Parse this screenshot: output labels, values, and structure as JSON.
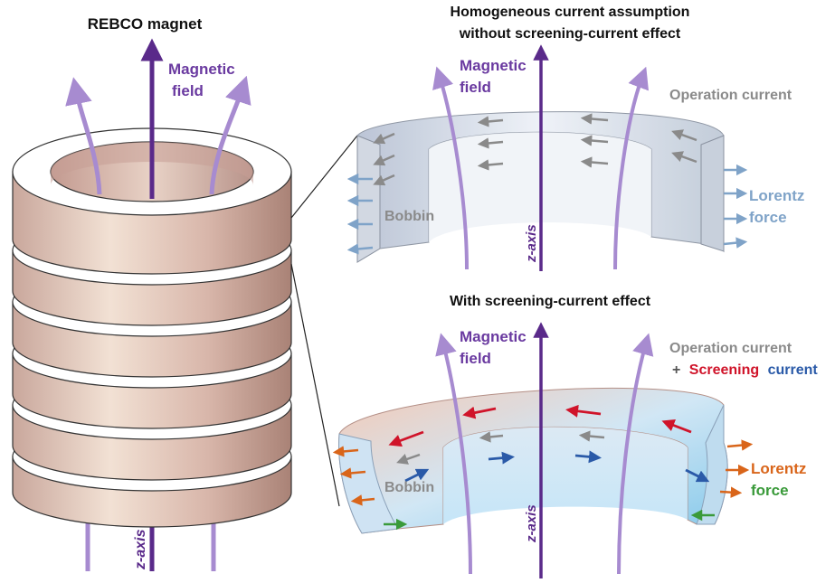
{
  "left_panel": {
    "title": "REBCO magnet",
    "field_label_line1": "Magnetic",
    "field_label_line2": "field",
    "axis_label": "z-axis"
  },
  "top_panel": {
    "title_line1": "Homogeneous current assumption",
    "title_line2": "without screening-current effect",
    "field_label_line1": "Magnetic",
    "field_label_line2": "field",
    "axis_label": "z-axis",
    "operation_current": "Operation current",
    "lorentz_line1": "Lorentz",
    "lorentz_line2": "force",
    "bobbin": "Bobbin"
  },
  "bottom_panel": {
    "title": "With screening-current effect",
    "field_label_line1": "Magnetic",
    "field_label_line2": "field",
    "axis_label": "z-axis",
    "operation_current": "Operation current",
    "plus": "+",
    "screening_word1": "Screening",
    "screening_word2": "current",
    "lorentz_line1": "Lorentz",
    "lorentz_line2": "force",
    "bobbin": "Bobbin"
  },
  "colors": {
    "field": "#a78bd0",
    "axis": "#5a2a8a",
    "operation_arrow": "#8a8a8a",
    "screening_red": "#d0142a",
    "screening_blue": "#2a5aa8",
    "lorentz_orange": "#d9651a",
    "lorentz_green": "#3a9a3a",
    "lorentz_top": "#7fa3c8"
  }
}
